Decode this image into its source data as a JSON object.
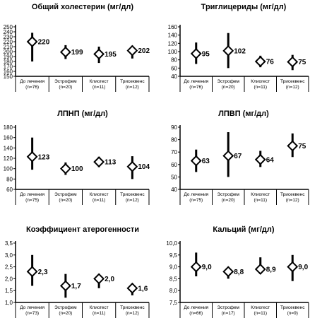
{
  "chart_data": [
    {
      "type": "errorbar",
      "title": "Общий холестерин (мг/дл)",
      "ylim": [
        150,
        250
      ],
      "yticks": [
        150,
        160,
        170,
        180,
        190,
        200,
        210,
        220,
        230,
        240,
        250
      ],
      "categories": [
        "До лечения\n(n=76)",
        "Эстрофем\n(n=20)",
        "Клиогест\n(n=11)",
        "Трисеквенс\n(n=12)"
      ],
      "mean": [
        220,
        199,
        195,
        202
      ],
      "low": [
        180,
        185,
        177,
        186
      ],
      "high": [
        238,
        213,
        210,
        212
      ],
      "labels": [
        "220",
        "199",
        "195",
        "202"
      ]
    },
    {
      "type": "errorbar",
      "title": "Триглицериды (мг/дл)",
      "ylim": [
        40,
        160
      ],
      "yticks": [
        40,
        60,
        80,
        100,
        120,
        140,
        160
      ],
      "categories": [
        "До лечения\n(n=76)",
        "Эстрофем\n(n=20)",
        "Клиогест\n(n=11)",
        "Трисеквенс\n(n=12)"
      ],
      "mean": [
        95,
        102,
        76,
        75
      ],
      "low": [
        70,
        60,
        62,
        55
      ],
      "high": [
        122,
        145,
        90,
        92
      ],
      "labels": [
        "95",
        "102",
        "76",
        "75"
      ]
    },
    {
      "type": "errorbar",
      "title": "ЛПНП (мг/дл)",
      "ylim": [
        60,
        180
      ],
      "yticks": [
        60,
        80,
        100,
        120,
        140,
        160,
        180
      ],
      "categories": [
        "До лечения\n(n=75)",
        "Эстрофем\n(n=20)",
        "Клиогест\n(n=11)",
        "Трисеквенс\n(n=12)"
      ],
      "mean": [
        123,
        100,
        113,
        104
      ],
      "low": [
        98,
        88,
        103,
        80
      ],
      "high": [
        160,
        112,
        123,
        124
      ],
      "labels": [
        "123",
        "100",
        "113",
        "104"
      ]
    },
    {
      "type": "errorbar",
      "title": "ЛПВП (мг/дл)",
      "ylim": [
        40,
        90
      ],
      "yticks": [
        40,
        50,
        60,
        70,
        80,
        90
      ],
      "categories": [
        "До лечения\n(n=75)",
        "Эстрофем\n(n=20)",
        "Клиогест\n(n=11)",
        "Трисеквенс\n(n=12)"
      ],
      "mean": [
        63,
        67,
        64,
        75
      ],
      "low": [
        54,
        50,
        58,
        66
      ],
      "high": [
        72,
        86,
        71,
        85
      ],
      "labels": [
        "63",
        "67",
        "64",
        "75"
      ]
    },
    {
      "type": "errorbar",
      "title": "Коэффициент атерогенности",
      "ylim": [
        1.0,
        3.5
      ],
      "yticks": [
        1.0,
        1.5,
        2.0,
        2.5,
        3.0,
        3.5
      ],
      "ytick_labels": [
        "1,0",
        "1,5",
        "2,0",
        "2,5",
        "3,0",
        "3,5"
      ],
      "categories": [
        "До лечения\n(n=73)",
        "Эстрофем\n(n=20)",
        "Клиогест\n(n=11)",
        "Трисеквенс\n(n=12)"
      ],
      "mean": [
        2.3,
        1.7,
        2.0,
        1.6
      ],
      "low": [
        1.7,
        1.2,
        1.6,
        1.3
      ],
      "high": [
        3.0,
        2.2,
        2.2,
        1.8
      ],
      "labels": [
        "2,3",
        "1,7",
        "2,0",
        "1,6"
      ]
    },
    {
      "type": "errorbar",
      "title": "Кальций (мг/дл)",
      "ylim": [
        7.5,
        10.0
      ],
      "yticks": [
        7.5,
        8.0,
        8.5,
        9.0,
        9.5,
        10.0
      ],
      "ytick_labels": [
        "7,5",
        "8,0",
        "8,5",
        "9,0",
        "9,5",
        "10,0"
      ],
      "categories": [
        "До лечения\n(n=66)",
        "Эстрофем\n(n=17)",
        "Клиогест\n(n=11)",
        "Трисеквенс\n(n=9)"
      ],
      "mean": [
        9.0,
        8.8,
        8.9,
        9.0
      ],
      "low": [
        8.6,
        8.5,
        8.7,
        8.4
      ],
      "high": [
        9.6,
        9.0,
        9.4,
        9.5
      ],
      "labels": [
        "9,0",
        "8,8",
        "8,9",
        "9,0"
      ]
    }
  ]
}
